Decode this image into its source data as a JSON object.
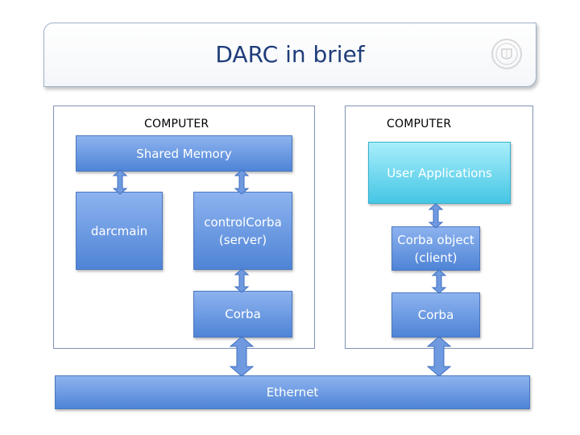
{
  "title": "DARC in brief",
  "left_computer": {
    "label": "COMPUTER",
    "shared_memory": "Shared Memory",
    "darcmain": "darcmain",
    "control_corba_line1": "controlCorba",
    "control_corba_line2": "(server)",
    "corba": "Corba"
  },
  "right_computer": {
    "label": "COMPUTER",
    "user_applications": "User Applications",
    "corba_object_line1": "Corba object",
    "corba_object_line2": "(client)",
    "corba": "Corba"
  },
  "ethernet": "Ethernet",
  "colors": {
    "block_blue": "#5b8fdc",
    "block_cyan": "#4cc9e6",
    "title_text": "#1f3d7a"
  }
}
